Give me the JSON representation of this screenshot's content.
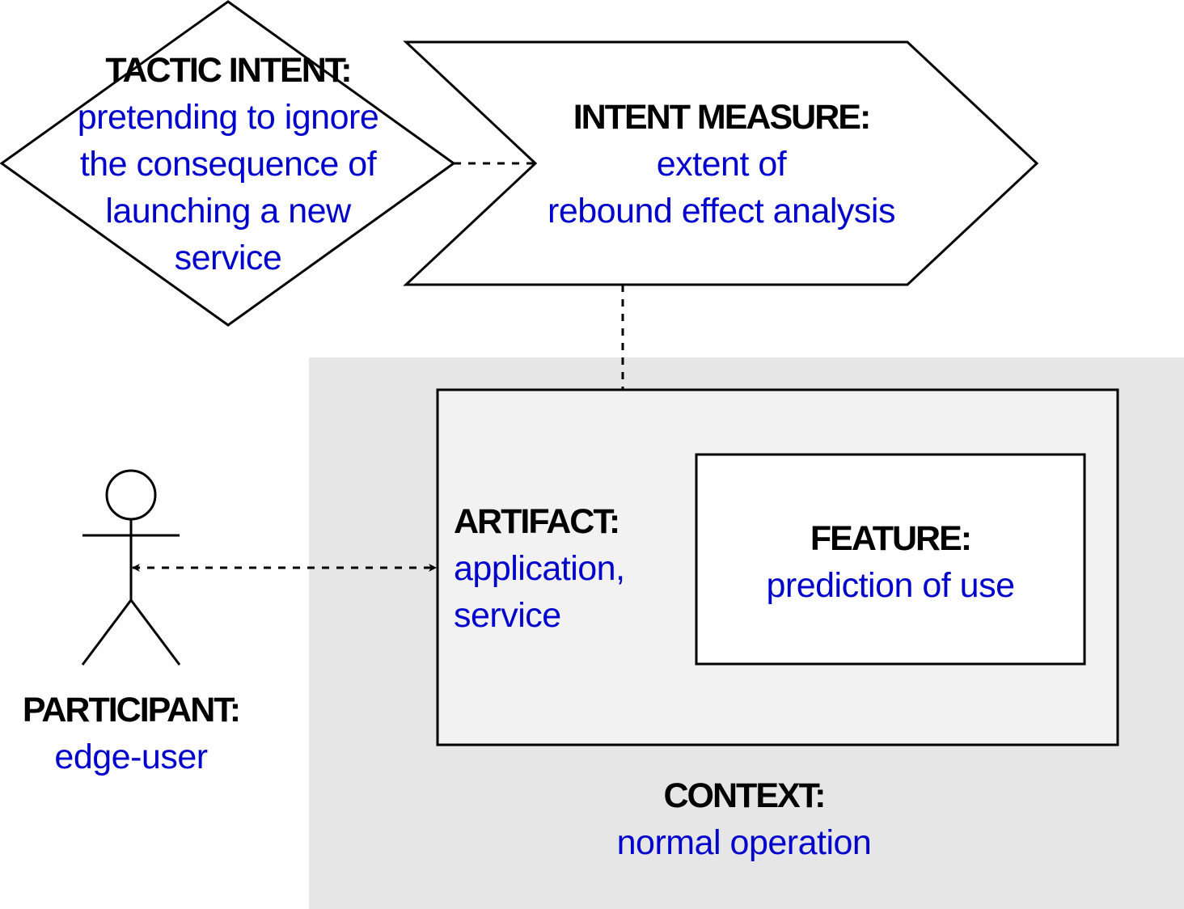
{
  "colors": {
    "title_text": "#000000",
    "value_text": "#0000cc",
    "context_fill": "#e6e6e6",
    "artifact_fill": "#f2f2f2",
    "shape_fill": "#ffffff",
    "stroke": "#000000"
  },
  "tactic_intent": {
    "title": "TACTIC INTENT:",
    "lines": [
      "pretending to ignore",
      "the consequence of",
      "launching a new",
      "service"
    ]
  },
  "intent_measure": {
    "title": "INTENT MEASURE:",
    "lines": [
      "extent of",
      "rebound effect analysis"
    ]
  },
  "participant": {
    "title": "PARTICIPANT:",
    "value": "edge-user"
  },
  "artifact": {
    "title": "ARTIFACT:",
    "lines": [
      "application,",
      "service"
    ]
  },
  "feature": {
    "title": "FEATURE:",
    "value": "prediction of use"
  },
  "context": {
    "title": "CONTEXT:",
    "value": "normal operation"
  }
}
